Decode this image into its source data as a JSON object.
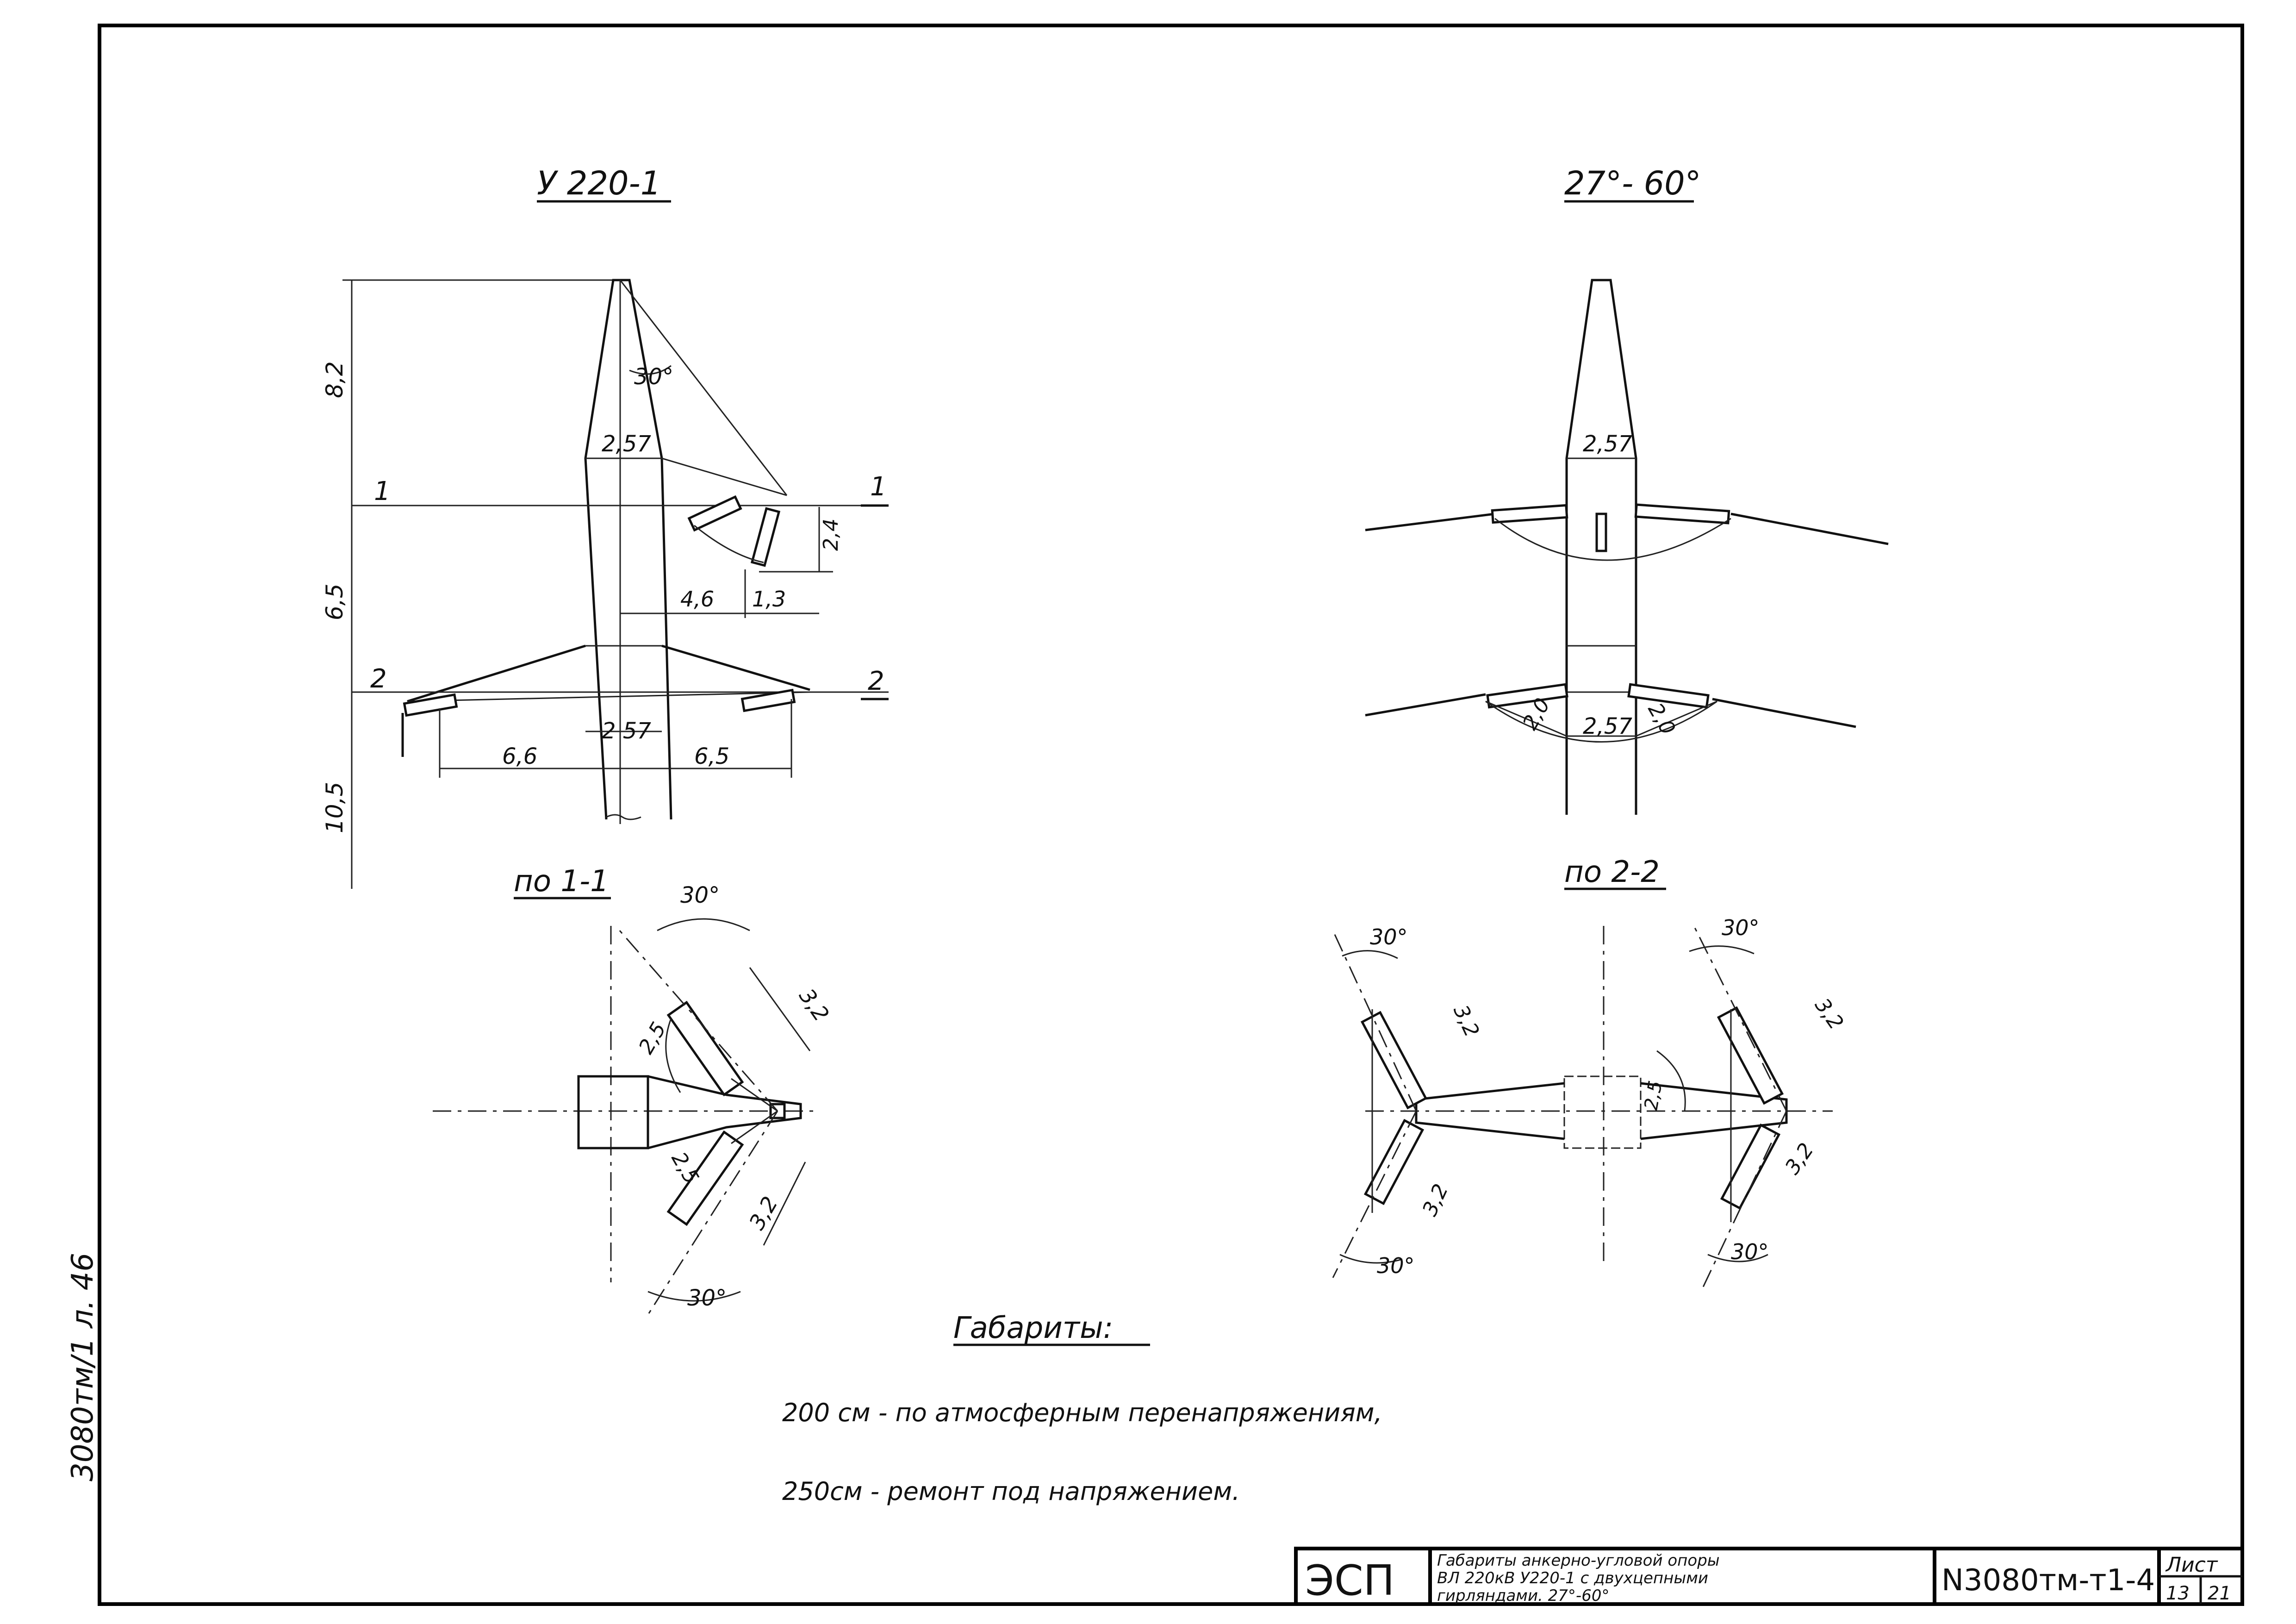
{
  "views": {
    "main_title": "У 220-1",
    "angle_title": "27°- 60°",
    "section_1_title": "по 1-1",
    "section_2_title": "по 2-2"
  },
  "dimensions": {
    "v_top": "8,2",
    "v_mid": "6,5",
    "v_bottom": "10,5",
    "width_upper": "2,57",
    "width_lower": "2 57",
    "width_upper_right": "2,57",
    "width_lower_right": "2,57",
    "angle_side": "30°",
    "garland_drop": "2,4",
    "arm_len": "4,6",
    "arm_tip": "1,3",
    "arm_left": "6,6",
    "arm_right": "6,5",
    "lower_left_dim": "2,0",
    "lower_right_dim": "2,0",
    "sec1_angle_top": "30°",
    "sec1_angle_bottom": "30°",
    "sec1_len_top": "3,2",
    "sec1_len_bottom": "3,2",
    "sec1_r_top": "2,5",
    "sec1_r_bottom": "2,5",
    "sec2_angle_tl": "30°",
    "sec2_angle_bl": "30°",
    "sec2_angle_tr": "30°",
    "sec2_angle_br": "30°",
    "sec2_len_tl": "3,2",
    "sec2_len_bl": "3,2",
    "sec2_len_tr": "3,2",
    "sec2_len_br": "3,2",
    "sec2_r": "2,5"
  },
  "section_marks": {
    "m1_left": "1",
    "m1_right": "1",
    "m2_left": "2",
    "m2_right": "2"
  },
  "notes": {
    "heading": "Габариты:",
    "line1": "200 см - по атмосферным перенапряжениям,",
    "line2": "250см - ремонт под напряжением."
  },
  "margin_stamp": "3080тм/1 л. 46",
  "title_block": {
    "org": "ЭСП",
    "desc_line1": "Габариты анкерно-угловой опоры",
    "desc_line2": "ВЛ 220кВ У220-1 с двухцепными",
    "desc_line3": "гирляндами. 27°-60°",
    "code": "N3080тм-т1-4",
    "sheet_label": "Лист",
    "sheet_no": "13",
    "sheet_total": "21"
  }
}
